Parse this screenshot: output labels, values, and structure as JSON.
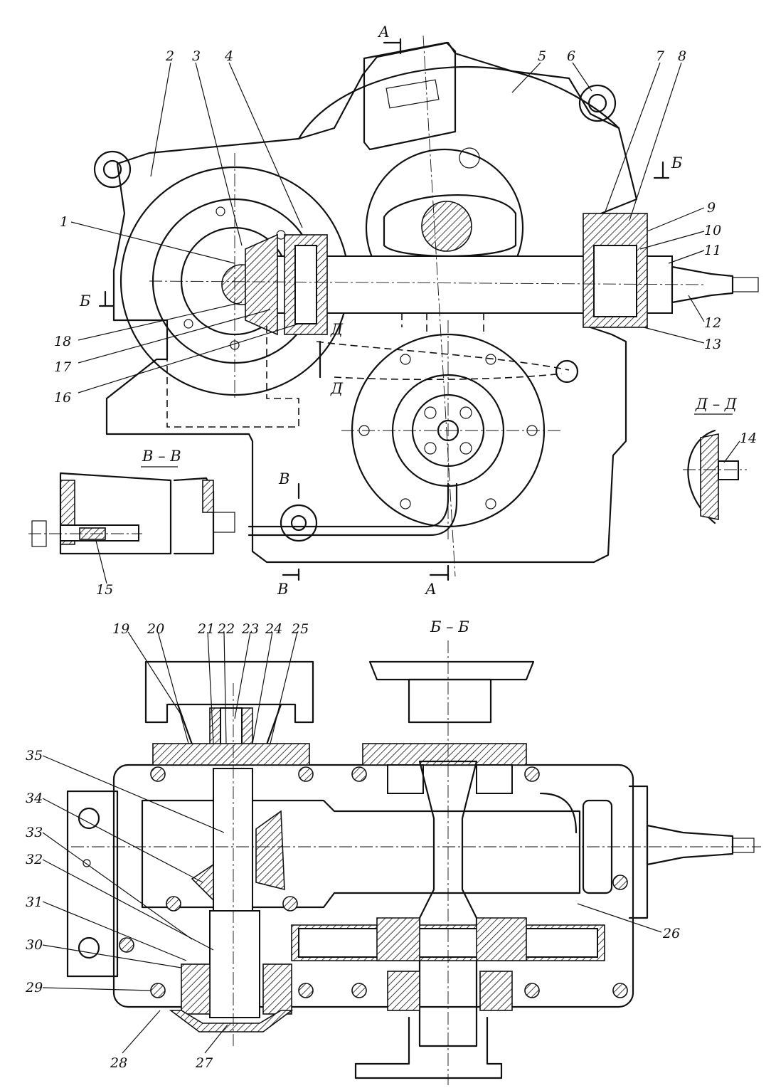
{
  "diagram": {
    "callouts_top": [
      "1",
      "2",
      "3",
      "4",
      "5",
      "6",
      "7",
      "8",
      "9",
      "10",
      "11",
      "12",
      "13",
      "14",
      "15",
      "16",
      "17",
      "18"
    ],
    "callouts_bottom": [
      "19",
      "20",
      "21",
      "22",
      "23",
      "24",
      "25",
      "26",
      "27",
      "28",
      "29",
      "30",
      "31",
      "32",
      "33",
      "34",
      "35"
    ],
    "section_marks": {
      "a": "А",
      "b": "Б",
      "v": "В",
      "d": "Д"
    },
    "section_titles": {
      "vv": "В – В",
      "dd": "Д – Д",
      "bb": "Б – Б"
    }
  }
}
